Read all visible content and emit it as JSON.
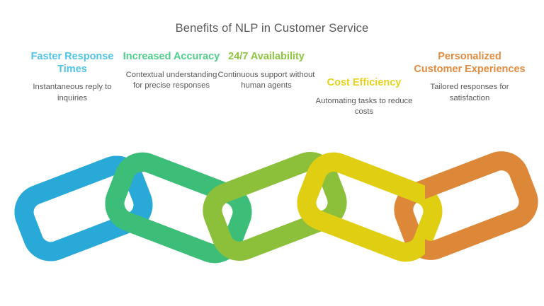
{
  "title": "Benefits of NLP in Customer Service",
  "columns": [
    {
      "heading": "Faster Response Times",
      "description": "Instantaneous reply to inquiries",
      "heading_color": "#4FC3E8",
      "link_color": "#29A9D8"
    },
    {
      "heading": "Increased Accuracy",
      "description": "Contextual understanding for precise responses",
      "heading_color": "#4ECF8B",
      "link_color": "#3CBE79"
    },
    {
      "heading": "24/7 Availability",
      "description": "Continuous support without human agents",
      "heading_color": "#8DC63F",
      "link_color": "#8CC03A"
    },
    {
      "heading": "Cost Efficiency",
      "description": "Automating tasks to reduce costs",
      "heading_color": "#E6D21C",
      "link_color": "#E0CE12"
    },
    {
      "heading": "Personalized Customer Experiences",
      "description": "Tailored responses for satisfaction",
      "heading_color": "#E38A3D",
      "link_color": "#DD8838"
    }
  ],
  "graphic": {
    "type": "interlocking-chain",
    "link_count": 5,
    "description_text_color": "#595959",
    "title_color": "#58595b",
    "background": "#ffffff"
  }
}
